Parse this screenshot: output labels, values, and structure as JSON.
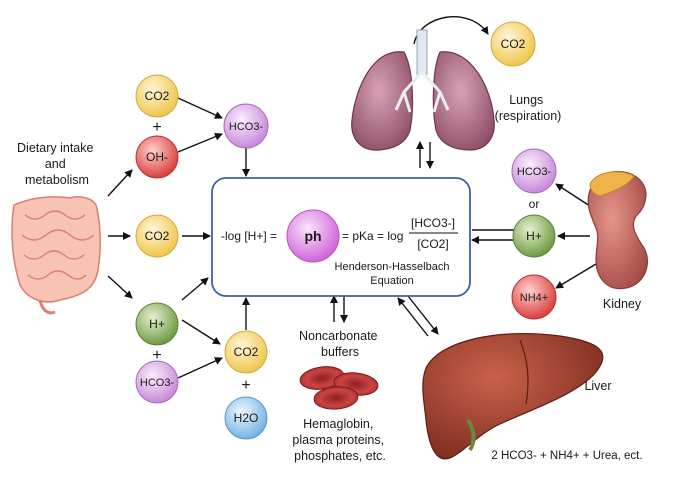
{
  "title": "",
  "sources": {
    "dietary": [
      "Dietary intake",
      "and",
      "metabolism"
    ]
  },
  "circles": {
    "co2_top": "CO2",
    "plus_top": "+",
    "oh": "OH-",
    "hco3_top": "HCO3-",
    "co2_mid": "CO2",
    "h_left": "H+",
    "plus_left": "+",
    "hco3_left": "HCO3-",
    "co2_bottom": "CO2",
    "plus_bottom": "+",
    "h2o": "H2O",
    "co2_lungs": "CO2",
    "hco3_kidney": "HCO3-",
    "or": "or",
    "h_kidney": "H+",
    "nh4_kidney": "NH4+"
  },
  "equation": {
    "left": "-log [H+] =",
    "ph": "ph",
    "pka": "= pKa = log",
    "numerator": "[HCO3-]",
    "denominator": "[CO2]",
    "caption_line1": "Henderson-Hasselbach",
    "caption_line2": "Equation"
  },
  "organs": {
    "lungs": [
      "Lungs",
      "(respiration)"
    ],
    "kidney": "Kidney",
    "liver": "Liver",
    "liver_products": "2 HCO3- + NH4+ + Urea, ect."
  },
  "buffers": {
    "heading": [
      "Noncarbonate",
      "buffers"
    ],
    "items": [
      "Hemaglobin,",
      "plasma proteins,",
      "phosphates, etc."
    ]
  },
  "colors": {
    "box_border": "#3b5fb0",
    "yellow": "#f6d77a",
    "purple": "#d9a6e6",
    "red": "#e25353",
    "green": "#7ea64f",
    "blue": "#8cc2ea",
    "magenta": "#d87ae0",
    "arrow": "#111111"
  }
}
